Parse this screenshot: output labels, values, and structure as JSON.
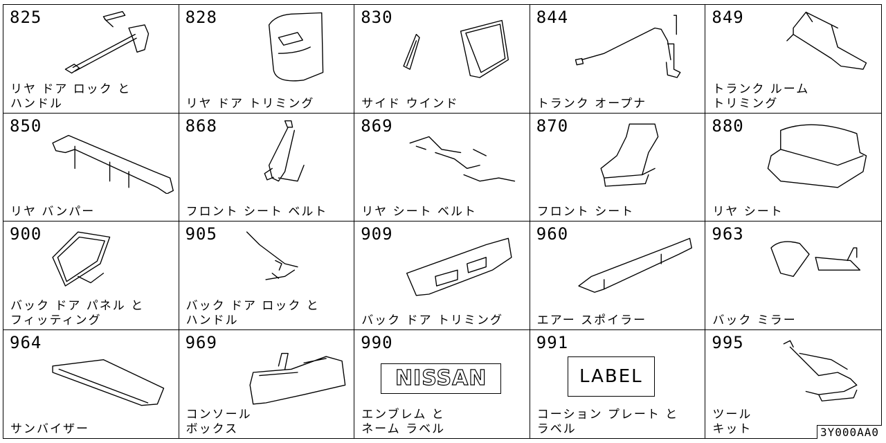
{
  "diagram_code": "3Y000AA0",
  "cells": [
    {
      "num": "825",
      "label": "リヤ ドア ロック と\nハンドル",
      "icon": "door-lock-handle-icon"
    },
    {
      "num": "828",
      "label": "リヤ ドア トリミング",
      "icon": "door-trim-panel-icon"
    },
    {
      "num": "830",
      "label": "サイド ウインド",
      "icon": "side-window-icon"
    },
    {
      "num": "844",
      "label": "トランク オープナ",
      "icon": "trunk-opener-cable-icon"
    },
    {
      "num": "849",
      "label": "トランク ルーム\nトリミング",
      "icon": "trunk-room-trim-icon"
    },
    {
      "num": "850",
      "label": "リヤ バンパー",
      "icon": "rear-bumper-icon"
    },
    {
      "num": "868",
      "label": "フロント シート ベルト",
      "icon": "front-seat-belt-icon"
    },
    {
      "num": "869",
      "label": "リヤ シート ベルト",
      "icon": "rear-seat-belt-icon"
    },
    {
      "num": "870",
      "label": "フロント シート",
      "icon": "front-seat-icon"
    },
    {
      "num": "880",
      "label": "リヤ シート",
      "icon": "rear-seat-icon"
    },
    {
      "num": "900",
      "label": "バック ドア パネル と\nフィッティング",
      "icon": "back-door-panel-icon"
    },
    {
      "num": "905",
      "label": "バック ドア ロック と\nハンドル",
      "icon": "back-door-lock-icon"
    },
    {
      "num": "909",
      "label": "バック ドア トリミング",
      "icon": "back-door-trim-icon"
    },
    {
      "num": "960",
      "label": "エアー スポイラー",
      "icon": "air-spoiler-icon"
    },
    {
      "num": "963",
      "label": "バック ミラー",
      "icon": "back-mirror-icon"
    },
    {
      "num": "964",
      "label": "サンバイザー",
      "icon": "sun-visor-icon"
    },
    {
      "num": "969",
      "label": "コンソール\nボックス",
      "icon": "console-box-icon"
    },
    {
      "num": "990",
      "label": "エンブレム と\nネーム ラベル",
      "icon": "nissan-emblem-icon",
      "logo_text": "NISSAN"
    },
    {
      "num": "991",
      "label": "コーション プレート と\nラベル",
      "icon": "caution-label-icon",
      "logo_text": "LABEL"
    },
    {
      "num": "995",
      "label": "ツール\nキット",
      "icon": "jack-tool-kit-icon"
    }
  ]
}
